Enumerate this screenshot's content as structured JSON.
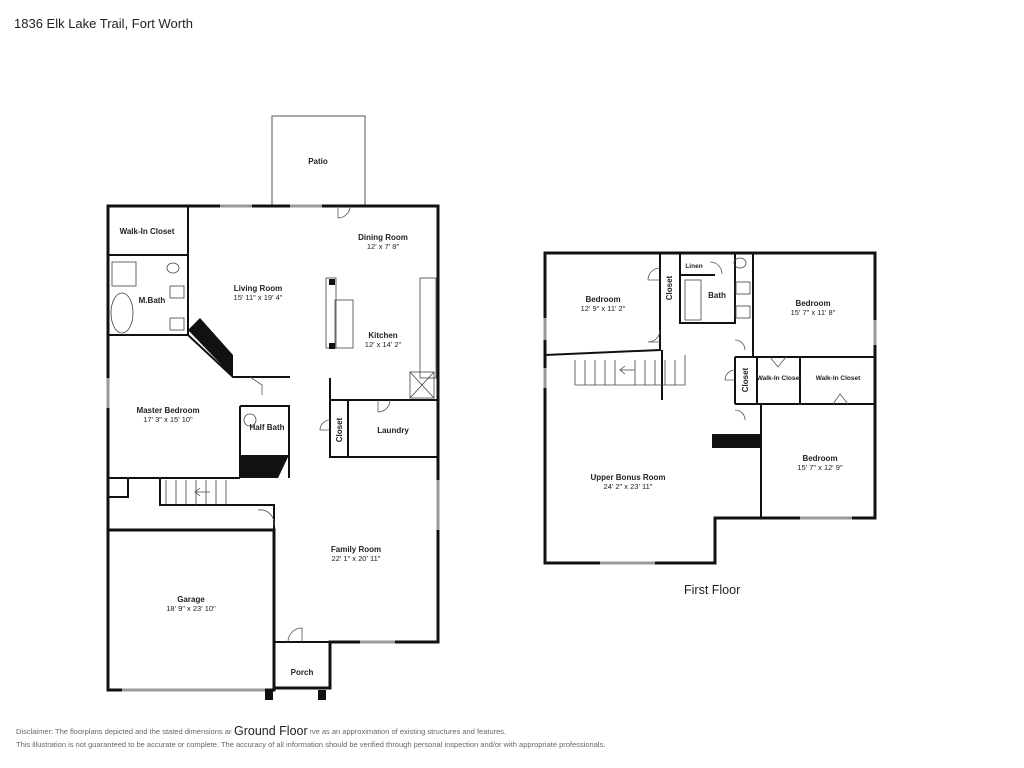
{
  "title": "1836 Elk Lake Trail, Fort Worth",
  "floors": {
    "ground": "Ground Floor",
    "first": "First Floor"
  },
  "rooms": {
    "patio": {
      "name": "Patio"
    },
    "walk_in_closet_master": {
      "name": "Walk-In Closet"
    },
    "master_bath": {
      "name": "M.Bath"
    },
    "living_room": {
      "name": "Living Room",
      "dims": "15' 11\" x 19' 4\""
    },
    "dining_room": {
      "name": "Dining Room",
      "dims": "12' x 7' 8\""
    },
    "kitchen": {
      "name": "Kitchen",
      "dims": "12' x 14' 2\""
    },
    "master_bedroom": {
      "name": "Master Bedroom",
      "dims": "17' 3\" x 15' 10\""
    },
    "half_bath": {
      "name": "Half Bath"
    },
    "closet_ground": {
      "name": "Closet"
    },
    "laundry": {
      "name": "Laundry"
    },
    "family_room": {
      "name": "Family Room",
      "dims": "22' 1\" x 20' 11\""
    },
    "garage": {
      "name": "Garage",
      "dims": "18' 9\" x 23' 10\""
    },
    "porch": {
      "name": "Porch"
    },
    "bedroom_nw": {
      "name": "Bedroom",
      "dims": "12' 9\" x 11' 2\""
    },
    "closet_nw": {
      "name": "Closet"
    },
    "linen": {
      "name": "Linen"
    },
    "bath_up": {
      "name": "Bath"
    },
    "bedroom_ne": {
      "name": "Bedroom",
      "dims": "15' 7\" x 11' 8\""
    },
    "closet_mid": {
      "name": "Closet"
    },
    "walk_in_closet_1": {
      "name": "Walk-In Closet"
    },
    "walk_in_closet_2": {
      "name": "Walk-In Closet"
    },
    "upper_bonus_room": {
      "name": "Upper Bonus Room",
      "dims": "24' 2\" x 23' 11\""
    },
    "bedroom_se": {
      "name": "Bedroom",
      "dims": "15' 7\" x 12' 9\""
    }
  },
  "disclaimer": {
    "line1": "Disclaimer: The floorplans depicted and the stated dimensions are indicative only and serve as an approximation of existing structures and features.",
    "line2": "This illustration is not guaranteed to be accurate or complete. The accuracy of all information should be verified through personal inspection and/or with appropriate professionals."
  }
}
